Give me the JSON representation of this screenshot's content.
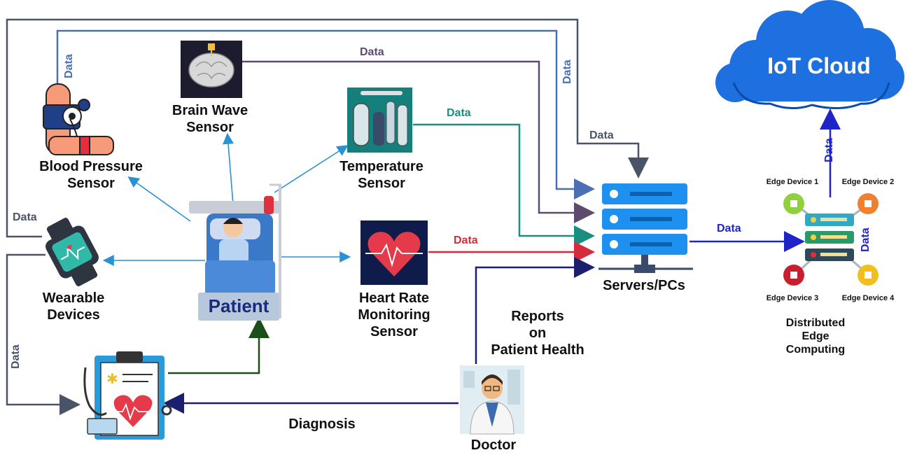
{
  "cloud": {
    "label": "IoT Cloud"
  },
  "sensors": {
    "blood_pressure": "Blood Pressure\nSensor",
    "brain_wave": "Brain Wave\nSensor",
    "temperature": "Temperature\nSensor",
    "heart_rate": "Heart Rate\nMonitoring\nSensor",
    "wearable": "Wearable\nDevices"
  },
  "patient": {
    "label": "Patient"
  },
  "servers": {
    "label": "Servers/PCs"
  },
  "edge": {
    "device1": "Edge Device 1",
    "device2": "Edge Device 2",
    "device3": "Edge Device 3",
    "device4": "Edge Device 4",
    "caption": "Distributed\nEdge\nComputing"
  },
  "doctor": {
    "label": "Doctor",
    "reports": "Reports\non\nPatient Health"
  },
  "diagnosis": {
    "label": "Diagnosis"
  },
  "data_label": "Data",
  "colors": {
    "bp_line": "#4a6fb5",
    "brain_line": "#5e4a6e",
    "temp_line": "#1a8f80",
    "heart_line": "#d62b3d",
    "wear_line": "#4a5468",
    "server_line": "#1f24c8",
    "doctor_line": "#1b1f6e",
    "report_line": "#1a4f1a",
    "sensor_arrow": "#2a92d2",
    "cloud": "#1e6fe0"
  }
}
